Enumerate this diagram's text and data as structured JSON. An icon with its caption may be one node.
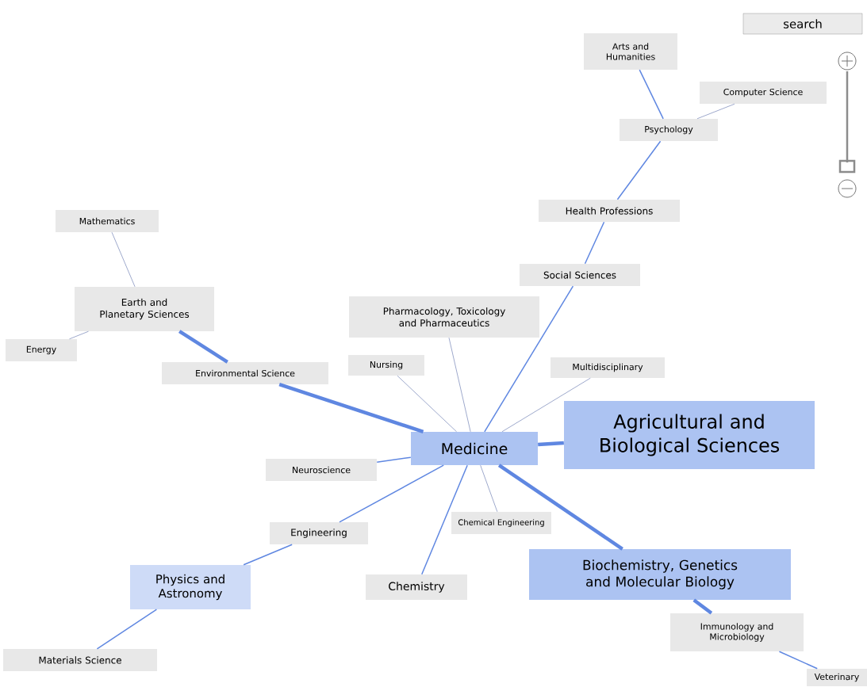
{
  "diagram": {
    "nodes": [
      {
        "text": [
          "Arts and Humanities"
        ]
      },
      {
        "text": [
          "Computer Science"
        ]
      },
      {
        "text": [
          "Psychology"
        ]
      },
      {
        "text": [
          "Health Professions"
        ]
      },
      {
        "text": [
          "Mathematics"
        ]
      },
      {
        "text": [
          "Social Sciences"
        ]
      },
      {
        "text": [
          "Earth and Planetary Sciences"
        ]
      },
      {
        "text": [
          "Pharmacology, Toxicology and Pharmaceutics"
        ]
      },
      {
        "text": [
          "Energy"
        ]
      },
      {
        "text": [
          "Nursing"
        ]
      },
      {
        "text": [
          "Multidisciplinary"
        ]
      },
      {
        "text": [
          "Environmental Science"
        ]
      },
      {
        "text": [
          "Medicine"
        ]
      },
      {
        "text": [
          "Agricultural and Biological Sciences"
        ]
      },
      {
        "text": [
          "Neuroscience"
        ]
      },
      {
        "text": [
          "Chemical Engineering"
        ]
      },
      {
        "text": [
          "Engineering"
        ]
      },
      {
        "text": [
          "Physics and Astronomy"
        ]
      },
      {
        "text": [
          "Chemistry"
        ]
      },
      {
        "text": [
          "Biochemistry, Genetics and Molecular Biology"
        ]
      },
      {
        "text": [
          "Immunology and Microbiology"
        ]
      },
      {
        "text": [
          "Materials Science"
        ]
      },
      {
        "text": [
          "Veterinary"
        ]
      }
    ],
    "edges": [
      {
        "from": 12,
        "to": 13,
        "arrow": "none",
        "style": "thick"
      },
      {
        "from": 12,
        "to": 5,
        "arrow": "none"
      },
      {
        "from": 5,
        "to": 3,
        "arrow": "none"
      },
      {
        "from": 3,
        "to": 2,
        "arrow": "none"
      },
      {
        "from": 2,
        "to": 0,
        "arrow": "none"
      },
      {
        "from": 2,
        "to": 1,
        "arrow": "none",
        "color": "#9ea9cc"
      },
      {
        "from": 12,
        "to": 7,
        "arrow": "none",
        "color": "#9ea9cc"
      },
      {
        "from": 12,
        "to": 9,
        "arrow": "none",
        "color": "#9ea9cc"
      },
      {
        "from": 12,
        "to": 10,
        "arrow": "none",
        "color": "#9ea9cc"
      },
      {
        "from": 12,
        "to": 11,
        "arrow": "none",
        "style": "thick"
      },
      {
        "from": 11,
        "to": 6,
        "arrow": "none",
        "style": "thick"
      },
      {
        "from": 6,
        "to": 4,
        "arrow": "none",
        "color": "#9ea9cc"
      },
      {
        "from": 6,
        "to": 8,
        "arrow": "none",
        "color": "#9ea9cc"
      },
      {
        "from": 12,
        "to": 14,
        "arrow": "none"
      },
      {
        "from": 12,
        "to": 16,
        "arrow": "none"
      },
      {
        "from": 16,
        "to": 17,
        "arrow": "none"
      },
      {
        "from": 17,
        "to": 21,
        "arrow": "none"
      },
      {
        "from": 12,
        "to": 18,
        "arrow": "none"
      },
      {
        "from": 12,
        "to": 15,
        "arrow": "none",
        "color": "#9ea9cc"
      },
      {
        "from": 12,
        "to": 19,
        "arrow": "none",
        "style": "thick"
      },
      {
        "from": 19,
        "to": 20,
        "arrow": "none",
        "style": "thick"
      },
      {
        "from": 20,
        "to": 22,
        "arrow": "none"
      }
    ],
    "labels": [
      "search"
    ]
  }
}
